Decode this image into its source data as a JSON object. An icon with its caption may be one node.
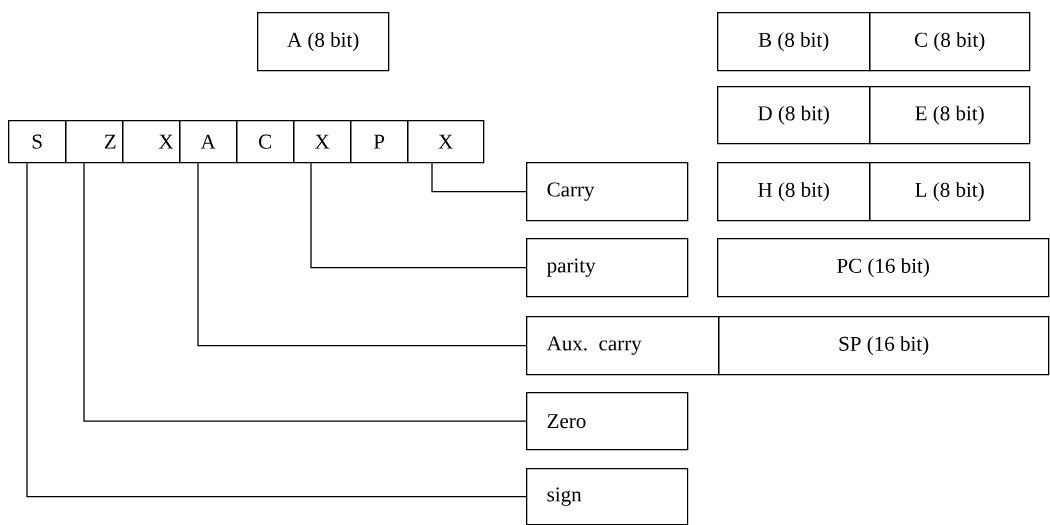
{
  "diagram": {
    "nodes": [
      {
        "text": [
          "A (8 bit)"
        ]
      },
      {
        "text": [
          "B (8 bit)"
        ]
      },
      {
        "text": [
          "C (8 bit)"
        ]
      },
      {
        "text": [
          "S"
        ]
      },
      {
        "text": [
          "Z"
        ]
      },
      {
        "text": [
          "X"
        ]
      },
      {
        "text": [
          "A"
        ]
      },
      {
        "text": [
          "C"
        ]
      },
      {
        "text": [
          "X"
        ]
      },
      {
        "text": [
          "P"
        ]
      },
      {
        "text": [
          "X"
        ]
      },
      {
        "text": [
          "D (8 bit)"
        ]
      },
      {
        "text": [
          "E (8 bit)"
        ]
      },
      {
        "text": [
          "Carry"
        ]
      },
      {
        "text": [
          "H (8 bit)"
        ]
      },
      {
        "text": [
          "L (8 bit)"
        ]
      },
      {
        "text": [
          "parity"
        ]
      },
      {
        "text": [
          "PC (16 bit)"
        ]
      },
      {
        "text": [
          "Aux. carry"
        ]
      },
      {
        "text": [
          "SP (16 bit)"
        ]
      },
      {
        "text": [
          "Zero"
        ]
      },
      {
        "text": [
          "sign"
        ]
      }
    ],
    "edges": [
      {
        "from": 10,
        "to": 13,
        "arrow": "none"
      },
      {
        "from": 8,
        "to": 16,
        "arrow": "none"
      },
      {
        "from": 6,
        "to": 18,
        "arrow": "none"
      },
      {
        "from": 4,
        "to": 20,
        "arrow": "none"
      },
      {
        "from": 3,
        "to": 21,
        "arrow": "none"
      }
    ]
  }
}
